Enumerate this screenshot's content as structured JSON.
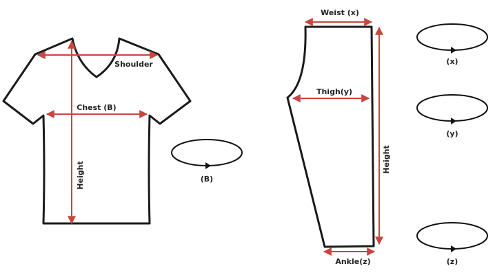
{
  "colors": {
    "measure": "#c9453f",
    "outline": "#1a1a1a"
  },
  "shirt": {
    "shoulder_label": "Shoulder",
    "chest_label": "Chest (B)",
    "height_label": "Height",
    "loop_label": "(B)"
  },
  "pants": {
    "waist_label": "Weist (x)",
    "thigh_label": "Thigh(y)",
    "height_label": "Height",
    "ankle_label": "Ankle(z)",
    "loops": [
      {
        "label": "(x)"
      },
      {
        "label": "(y)"
      },
      {
        "label": "(z)"
      }
    ]
  }
}
